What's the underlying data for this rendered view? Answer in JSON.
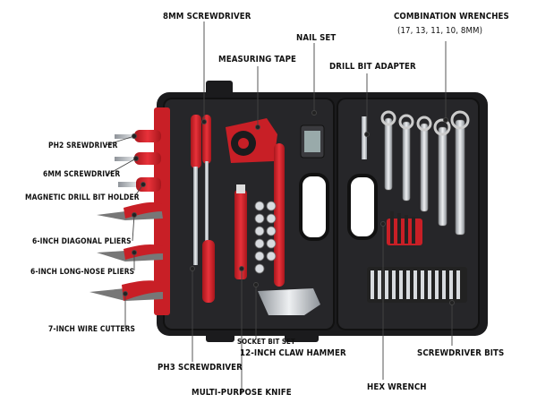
{
  "labels": {
    "mm8_screwdriver": "8MM SCREWDRIVER",
    "measuring_tape": "MEASURING TAPE",
    "nail_set": "NAIL SET",
    "drill_bit_adapter": "DRILL BIT ADAPTER",
    "combination_wrenches": "COMBINATION WRENCHES",
    "combination_wrench_sizes": "(17, 13, 11, 10, 8MM)",
    "ph2_screwdriver": "PH2 SREWDRIVER",
    "mm6_screwdriver": "6MM SCREWDRIVER",
    "magnetic_drill_bit_holder": "MAGNETIC DRILL BIT HOLDER",
    "diagonal_pliers": "6-INCH DIAGONAL PLIERS",
    "long_nose_pliers": "6-INCH LONG-NOSE PLIERS",
    "wire_cutters": "7-INCH WIRE CUTTERS",
    "socket_bit_set": "SOCKET BIT SET",
    "claw_hammer": "12-INCH CLAW HAMMER",
    "screwdriver_bits": "SCREWDRIVER BITS",
    "ph3_screwdriver": "PH3 SCREWDRIVER",
    "hex_wrench": "HEX WRENCH",
    "multi_purpose_knife": "MULTI-PURPOSE KNIFE"
  },
  "colors": {
    "case": "#1b1b1d",
    "case_inner": "#2a2a2d",
    "accent_red": "#d4232a",
    "steel": "#c9ccd1",
    "leader_line": "#444444"
  },
  "icons": {
    "case": "toolbox-case-icon",
    "screwdriver": "screwdriver-icon",
    "pliers": "pliers-icon",
    "hammer": "hammer-icon",
    "wrench": "wrench-icon",
    "tape": "measuring-tape-icon",
    "hex": "hex-key-icon",
    "socket": "socket-icon",
    "bit": "screwdriver-bit-icon"
  }
}
